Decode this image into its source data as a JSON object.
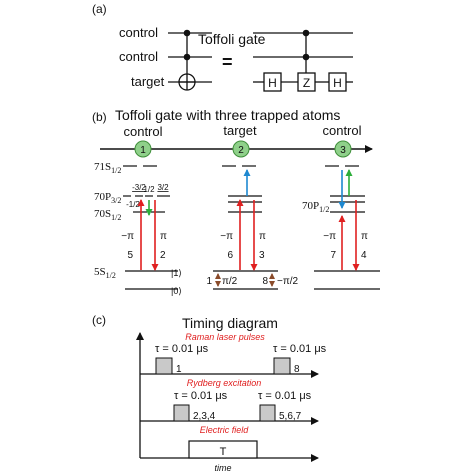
{
  "panel_a": {
    "label": "(a)",
    "title": "Toffoli gate",
    "wires": [
      "control",
      "control",
      "target"
    ],
    "equals": "=",
    "gates": [
      "H",
      "Z",
      "H"
    ]
  },
  "panel_b": {
    "label": "(b)",
    "title": "Toffoli gate with three trapped atoms",
    "atom_labels": [
      "control",
      "target",
      "control"
    ],
    "atom_numbers": [
      "1",
      "2",
      "3"
    ],
    "levels": {
      "l71s": "71S",
      "l71s_sub": "1/2",
      "l70p": "70P",
      "l70p_sub": "3/2",
      "l70s": "70S",
      "l70s_sub": "1/2",
      "l5s": "5S",
      "l5s_sub": "1/2",
      "l70p_right": "70P",
      "l70p_right_sub": "1/2"
    },
    "mj": [
      "-3/2",
      "-1/2",
      "1/2",
      "3/2"
    ],
    "qubit_states": [
      "|1⟩",
      "|0⟩"
    ],
    "pulse_labels": {
      "a1_minus_pi": "−π",
      "a1_pi": "π",
      "a1_num_left": "5",
      "a1_num_right": "2",
      "a2_minus_pi": "−π",
      "a2_pi": "π",
      "a2_num_left": "6",
      "a2_num_right": "3",
      "a2_raman_left_num": "1",
      "a2_raman_left": "π/2",
      "a2_raman_right_num": "8",
      "a2_raman_right": "−π/2",
      "a3_minus_pi": "−π",
      "a3_pi": "π",
      "a3_num_left": "7",
      "a3_num_right": "4"
    }
  },
  "panel_c": {
    "label": "(c)",
    "title": "Timing diagram",
    "rows": [
      {
        "caption": "Raman laser pulses",
        "tau_left": "τ = 0.01 μs",
        "tau_right": "τ = 0.01 μs",
        "pulse_left": "1",
        "pulse_right": "8"
      },
      {
        "caption": "Rydberg excitation",
        "tau_left": "τ = 0.01 μs",
        "tau_right": "τ = 0.01 μs",
        "pulse_left": "2,3,4",
        "pulse_right": "5,6,7"
      },
      {
        "caption": "Electric field",
        "pulse_center": "T"
      }
    ],
    "time_label": "time"
  },
  "colors": {
    "red": "#e02020",
    "blue": "#1e88d0",
    "green": "#2cae3a",
    "atom_fill": "#8fd08a",
    "pulse_gray": "#c9c9c9",
    "brown": "#8a4b2a"
  }
}
